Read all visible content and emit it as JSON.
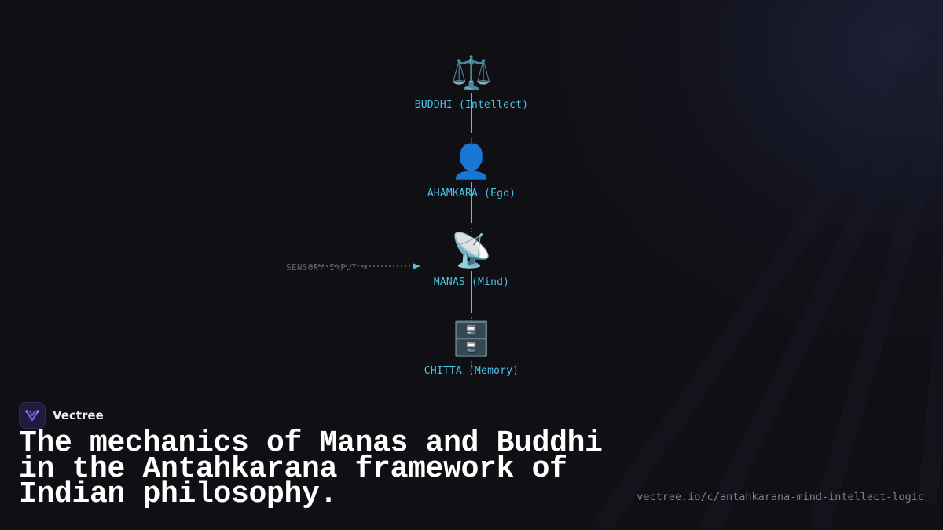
{
  "diagram": {
    "accent_color": "#45c6e6",
    "nodes": [
      {
        "emoji": "⚖️",
        "icon": "scales-icon",
        "label": "BUDDHI (Intellect)"
      },
      {
        "emoji": "👤",
        "icon": "person-silhouette-icon",
        "label": "AHAMKARA (Ego)"
      },
      {
        "emoji": "📡",
        "icon": "satellite-dish-icon",
        "label": "MANAS (Mind)"
      },
      {
        "emoji": "🗄️",
        "icon": "file-cabinet-icon",
        "label": "CHITTA (Memory)"
      }
    ],
    "sensory_input_label": "SENSORY INPUT >"
  },
  "brand": {
    "name": "Vectree",
    "logo_color": "#8a56e6"
  },
  "headline": "The mechanics of Manas and Buddhi in the Antahkarana framework of Indian philosophy.",
  "url": "vectree.io/c/antahkarana-mind-intellect-logic"
}
